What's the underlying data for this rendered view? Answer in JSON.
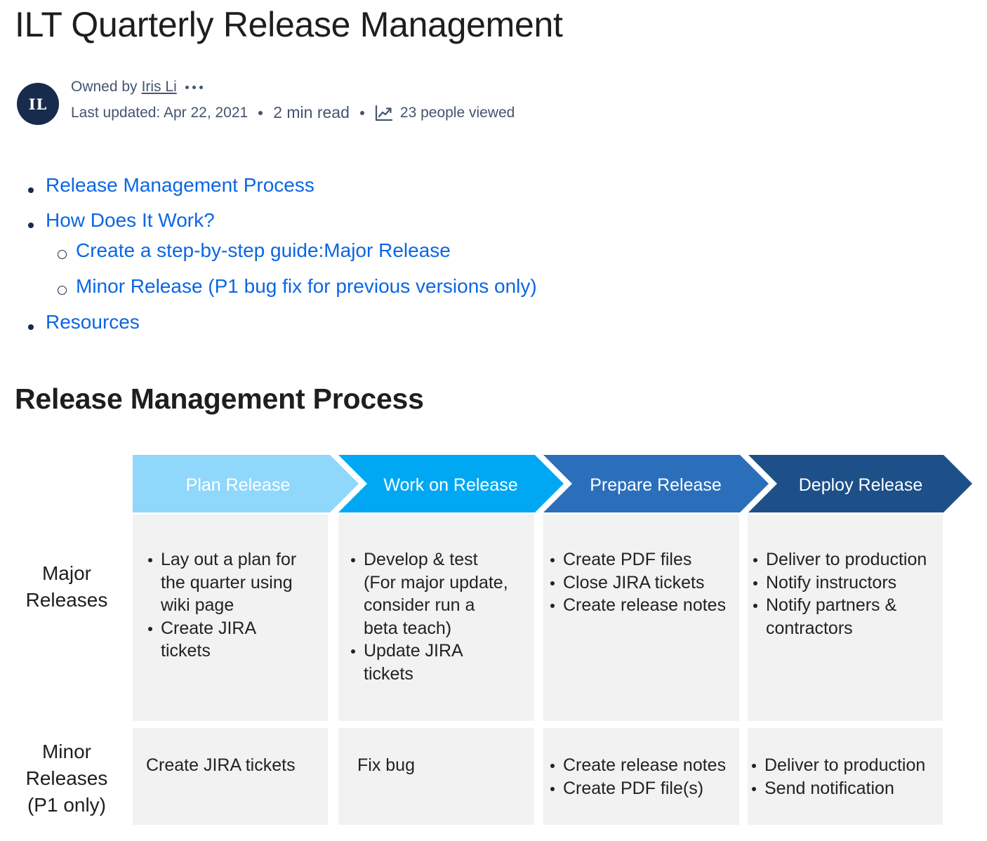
{
  "page": {
    "title": "ILT Quarterly Release Management"
  },
  "byline": {
    "avatar_initials": "IL",
    "owned_by_label": "Owned by",
    "owner_name": "Iris Li",
    "last_updated": "Last updated: Apr 22, 2021",
    "read_time": "2 min read",
    "views": "23 people viewed",
    "icons": [
      "more-icon",
      "trend-icon"
    ]
  },
  "toc": {
    "items": [
      {
        "label": "Release Management Process",
        "level": 1
      },
      {
        "label": "How Does It Work?",
        "level": 1
      },
      {
        "label": "Create a step-by-step guide:Major Release",
        "level": 2
      },
      {
        "label": "Minor Release (P1 bug fix for previous versions only)",
        "level": 2
      },
      {
        "label": "Resources",
        "level": 1
      }
    ]
  },
  "section": {
    "heading": "Release Management Process"
  },
  "diagram": {
    "stages": [
      {
        "label": "Plan Release",
        "color": "#8fd7fb",
        "text_color": "#ffffff"
      },
      {
        "label": "Work on Release",
        "color": "#00a8f3",
        "text_color": "#ffffff"
      },
      {
        "label": "Prepare Release",
        "color": "#2b6fba",
        "text_color": "#ffffff"
      },
      {
        "label": "Deploy Release",
        "color": "#1d4f88",
        "text_color": "#ffffff"
      }
    ],
    "rows": [
      {
        "label_lines": [
          "Major",
          "Releases"
        ],
        "cells": [
          {
            "bullets": [
              "Lay out a plan for",
              "the quarter using",
              "wiki page",
              "Create JIRA",
              "tickets"
            ],
            "bullet_starts": [
              0,
              3
            ]
          },
          {
            "bullets": [
              "Develop & test",
              "(For major update,",
              "consider run a",
              "beta teach)",
              "Update JIRA",
              "tickets"
            ],
            "bullet_starts": [
              0,
              4
            ]
          },
          {
            "bullets": [
              "Create PDF files",
              "Close JIRA tickets",
              "Create release notes"
            ],
            "bullet_starts": [
              0,
              1,
              2
            ]
          },
          {
            "bullets": [
              "Deliver to production",
              "Notify instructors",
              "Notify partners &",
              "contractors"
            ],
            "bullet_starts": [
              0,
              1,
              2
            ]
          }
        ]
      },
      {
        "label_lines": [
          "Minor",
          "Releases",
          "(P1 only)"
        ],
        "cells": [
          {
            "text": "Create JIRA tickets"
          },
          {
            "text": "Fix bug"
          },
          {
            "bullets": [
              "Create release notes",
              "Create PDF file(s)"
            ],
            "bullet_starts": [
              0,
              1
            ]
          },
          {
            "bullets": [
              "Deliver to production",
              "Send notification"
            ],
            "bullet_starts": [
              0,
              1
            ]
          }
        ]
      }
    ]
  }
}
